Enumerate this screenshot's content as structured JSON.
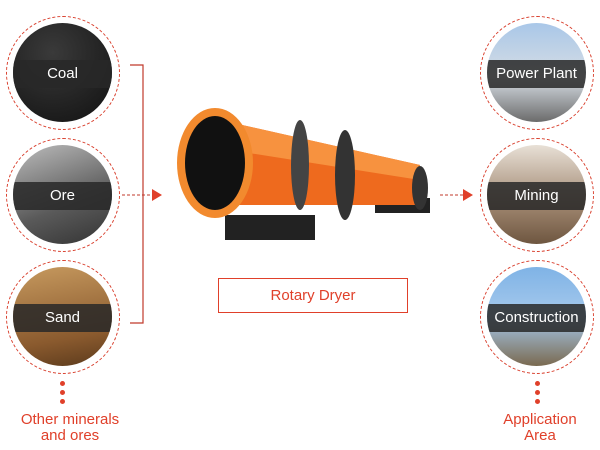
{
  "inputs": [
    {
      "label": "Coal",
      "bg": "radial-gradient(circle at 40% 30%,#3a3a3a,#111)"
    },
    {
      "label": "Ore",
      "bg": "linear-gradient(160deg,#bdbdbd,#5a5a5a 60%,#333)"
    },
    {
      "label": "Sand",
      "bg": "linear-gradient(170deg,#c79a5f,#8a5a2e 70%,#5b3a1c)"
    }
  ],
  "outputs": [
    {
      "label": "Power Plant",
      "bg": "linear-gradient(180deg,#a9c7e8,#d6dde4 55%,#6b6b6b)"
    },
    {
      "label": "Mining",
      "bg": "linear-gradient(180deg,#e8e0d6,#a08770 60%,#6e5640)"
    },
    {
      "label": "Construction",
      "bg": "linear-gradient(180deg,#7fb3e6,#a6c9ec 50%,#7a6a50)"
    }
  ],
  "center_label": "Rotary Dryer",
  "left_caption": [
    "Other minerals",
    "and ores"
  ],
  "right_caption": [
    "Application",
    "Area"
  ],
  "accent": "#e0402a"
}
